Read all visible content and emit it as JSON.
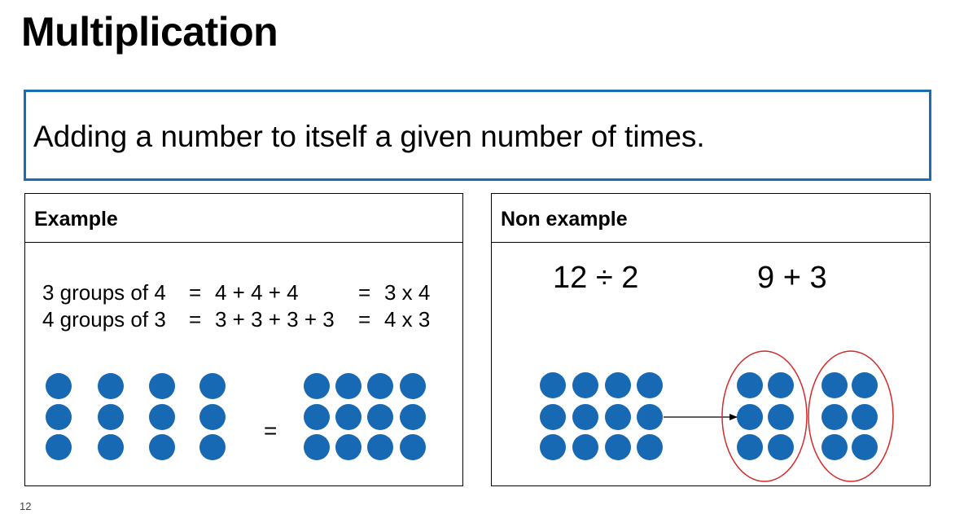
{
  "slide": {
    "title": "Multiplication",
    "definition": "Adding a number to itself a given number of times.",
    "page_number": "12"
  },
  "example": {
    "header": "Example",
    "rows": [
      {
        "lhs": "3 groups of 4",
        "eq1": "=",
        "sum": "4 + 4 + 4",
        "eq2": "=",
        "product": "3 x 4"
      },
      {
        "lhs": "4 groups of 3",
        "eq1": "=",
        "sum": "3 + 3 + 3 + 3",
        "eq2": "=",
        "product": "4 x 3"
      }
    ],
    "equals_sign": "="
  },
  "non_example": {
    "header": "Non example",
    "expr_division": "12 ÷ 2",
    "expr_addition": "9 + 3"
  },
  "colors": {
    "dot": "#1769b4",
    "definition_border": "#1a6db5",
    "circle": "#d42a2a"
  }
}
